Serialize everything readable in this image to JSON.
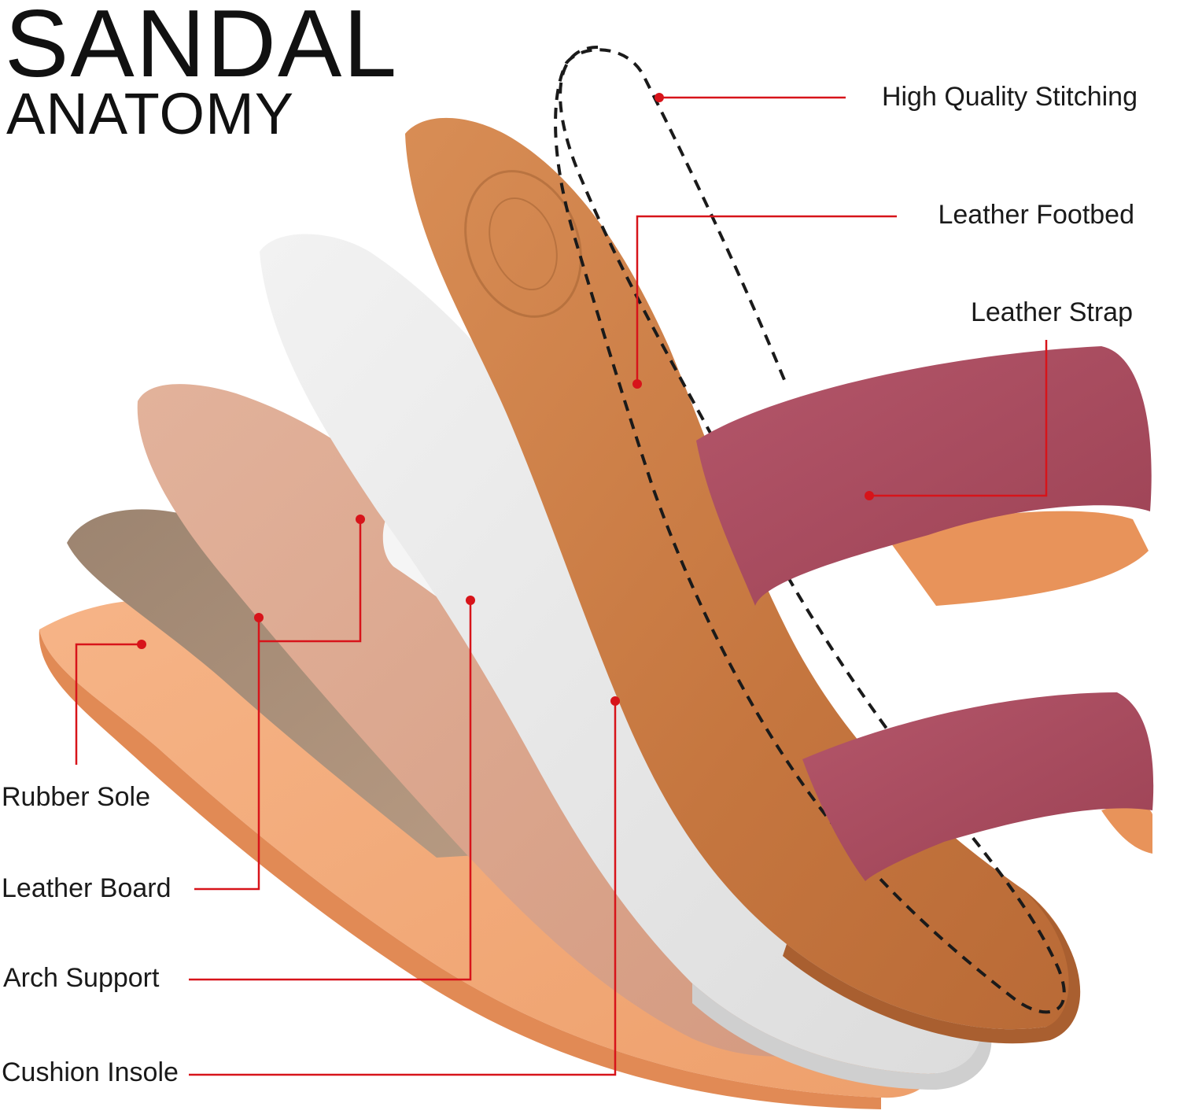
{
  "title": {
    "line1": "SANDAL",
    "line2": "ANATOMY"
  },
  "labels": {
    "stitching": "High Quality Stitching",
    "footbed": "Leather Footbed",
    "strap": "Leather Strap",
    "rubber_sole": "Rubber Sole",
    "leather_board": "Leather Board",
    "arch_support": "Arch Support",
    "cushion_insole": "Cushion Insole"
  },
  "colors": {
    "callout": "#d7141a",
    "footbed": "#c97a45",
    "strap": "#a94b5c",
    "strap_lining": "#e8935a",
    "cushion": "#e6e6e6",
    "board": "#d9a28a",
    "rubber": "#a58a74",
    "sole": "#f0a474"
  },
  "icons": [
    "dashed-stitch-line",
    "callout-dot"
  ]
}
